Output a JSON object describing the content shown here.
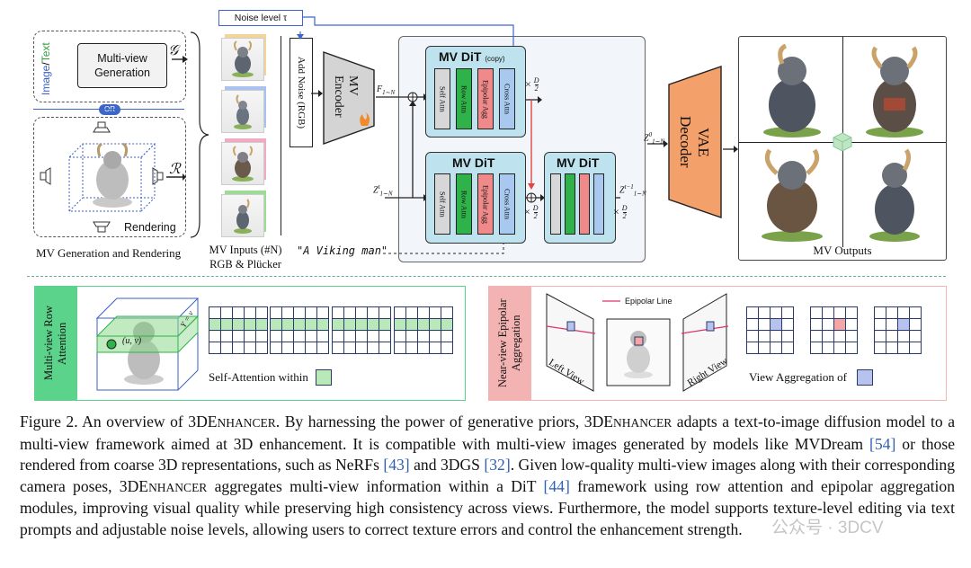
{
  "left_panel": {
    "input_label_image": "Image",
    "input_label_sep": "/",
    "input_label_text": "Text",
    "gen_box": "Multi-view Generation",
    "g_symbol": "𝒢",
    "or_badge": "OR",
    "r_symbol": "ℛ",
    "rendering": "Rendering",
    "caption": "MV Generation and Rendering"
  },
  "inputs": {
    "label_line1": "MV Inputs (#N)",
    "label_line2": "RGB & Plücker"
  },
  "noise": {
    "label": "Noise level τ",
    "add_noise": "Add Noise (RGB)"
  },
  "encoder": {
    "label": "MV Encoder",
    "f_label": "F",
    "f_sub": "1∼N"
  },
  "dit_copy": {
    "title": "MV DiT",
    "tag": "(copy)",
    "blocks": [
      "Self Attn",
      "Row Attn",
      "Epipolar Agg",
      "Cross Attn"
    ],
    "times": "×",
    "d2": "D",
    "d2_den": "2"
  },
  "dit_main": {
    "title": "MV DiT",
    "blocks": [
      "Self Attn",
      "Row Attn",
      "Epipolar Agg",
      "Cross Attn"
    ],
    "z_in": "Z",
    "z_in_sup": "t",
    "z_in_sub": "1∼N",
    "times": "×",
    "d2": "D",
    "d2_den": "2"
  },
  "dit_right": {
    "title": "MV DiT",
    "z_out": "Z",
    "z_out_sup": "t−1",
    "z_out_sub": "1∼N",
    "times": "×",
    "d2": "D",
    "d2_den": "2"
  },
  "prompt": "\"A Viking man\"",
  "vae": {
    "label": "VAE Decoder",
    "z0": "Z",
    "z0_sup": "0",
    "z0_sub": "1∼N"
  },
  "outputs": {
    "label": "MV Outputs"
  },
  "row_attn": {
    "side_label": "Multi-view Row Attention",
    "uv": "(u, v)",
    "yv": "Y = v",
    "self_attn_text": "Self-Attention within"
  },
  "epipolar": {
    "side_label": "Near-view Epipolar Aggregation",
    "epipolar_line": "Epipolar Line",
    "left_view": "Left View",
    "right_view": "Right View",
    "view_agg_text": "View Aggregation of"
  },
  "caption": {
    "part1": "Figure 2.  An overview of 3DE",
    "sc1": "NHANCER",
    "part2": ".  By harnessing the power of generative priors, 3DE",
    "sc2": "NHANCER",
    "part3": " adapts a text-to-image diffusion model to a multi-view framework aimed at 3D enhancement.  It is compatible with multi-view images generated by models like MVDream ",
    "ref1": "[54]",
    "part4": " or those rendered from coarse 3D representations, such as NeRFs ",
    "ref2": "[43]",
    "part5": " and 3DGS ",
    "ref3": "[32]",
    "part6": ". Given low-quality multi-view images along with their corresponding camera poses, 3DE",
    "sc3": "NHANCER",
    "part7": " aggregates multi-view information within a DiT ",
    "ref4": "[44]",
    "part8": " framework using row attention and epipolar aggregation modules, improving visual quality while preserving high consistency across views. Furthermore, the model supports texture-level editing via text prompts and adjustable noise levels, allowing users to correct texture errors and control the enhancement strength."
  },
  "watermark": "公众号 · 3DCV",
  "colors": {
    "ref_link": "#2e5fb0",
    "dit_fill": "#bfe3ee",
    "row_attn_green": "#2fb24a",
    "epipolar_pink": "#f08a8a",
    "self_attn_gray": "#d7d7d7",
    "cross_attn_blue": "#a9c8ef",
    "vae_orange": "#f4a06a",
    "row_panel_green": "#5cd38a",
    "epi_panel_pink": "#f3b3b3"
  }
}
